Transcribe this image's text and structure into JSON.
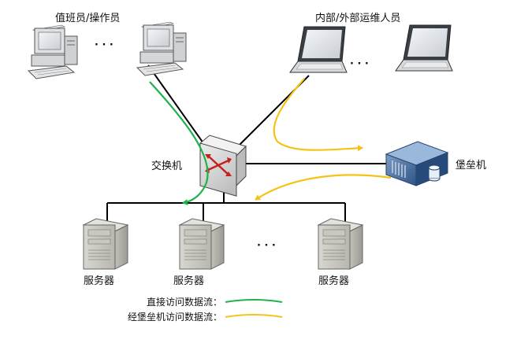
{
  "labels": {
    "operators": "值班员/操作员",
    "ops_staff": "内部/外部运维人员",
    "switch": "交换机",
    "bastion": "堡垒机",
    "server_1": "服务器",
    "server_2": "服务器",
    "server_3": "服务器",
    "ellipsis_desktops": "· · ·",
    "ellipsis_laptops": "· · ·",
    "ellipsis_servers": "· · ·"
  },
  "legend": {
    "direct": "直接访问数据流：",
    "via_bastion": "经堡垒机访问数据流："
  },
  "colors": {
    "direct_flow": "#1db34a",
    "bastion_flow": "#f5c316",
    "link": "#000000"
  }
}
